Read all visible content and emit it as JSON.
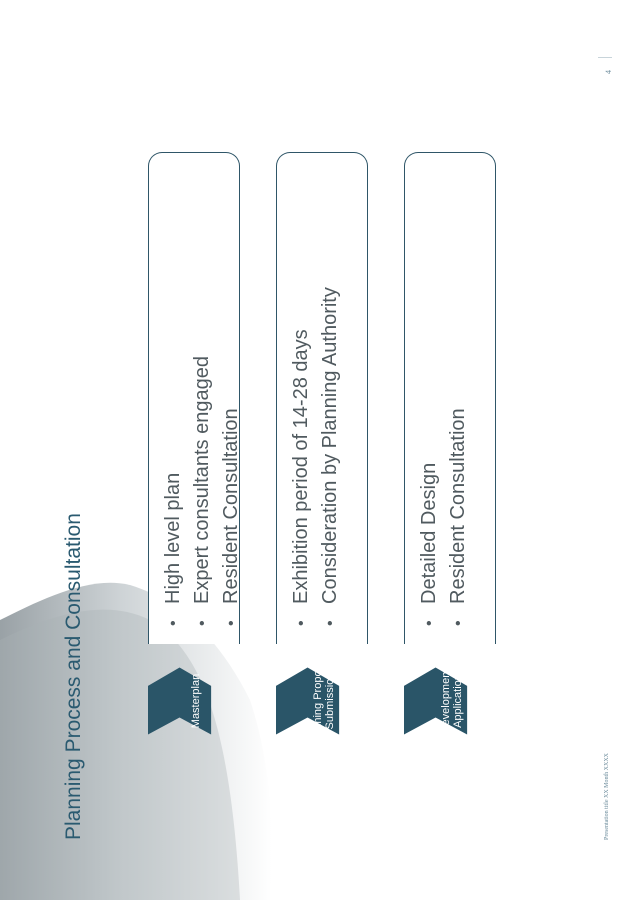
{
  "slide": {
    "title": "Planning Process and Consultation",
    "footer": "Presentation title  XX Month XXXX",
    "page_number": "4"
  },
  "colors": {
    "chevron": "#2a5568",
    "card_border": "#2f5668",
    "title": "#2a5a70",
    "body_text": "#505a5f"
  },
  "steps": [
    {
      "label": "Masterplan",
      "bullets": [
        "High level plan",
        "Expert consultants engaged",
        "Resident Consultation"
      ]
    },
    {
      "label": "Planning Proposal Submission",
      "bullets": [
        "Exhibition period of 14-28 days",
        "Consideration by Planning Authority"
      ]
    },
    {
      "label": "Development Application",
      "bullets": [
        "Detailed Design",
        "Resident Consultation"
      ]
    }
  ]
}
